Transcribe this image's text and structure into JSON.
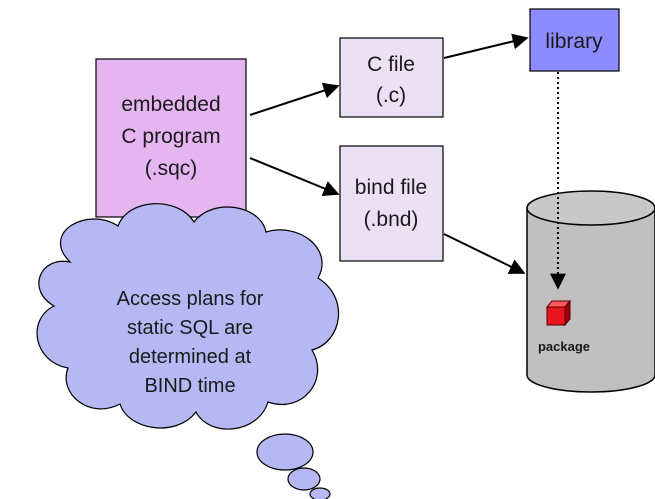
{
  "nodes": {
    "program": {
      "line1": "embedded",
      "line2": "C program",
      "line3": "(.sqc)"
    },
    "c_file": {
      "line1": "C file",
      "line2": "(.c)"
    },
    "bind_file": {
      "line1": "bind file",
      "line2": "(.bnd)"
    },
    "library": {
      "label": "library"
    },
    "package": {
      "label": "package"
    }
  },
  "cloud": {
    "line1": "Access plans for",
    "line2": "static SQL are",
    "line3": "determined at",
    "line4": "BIND time"
  },
  "colors": {
    "program_fill": "#e5b5f2",
    "file_fill": "#ece0f5",
    "library_fill": "#8c8cff",
    "database_fill": "#c0c0c0",
    "cloud_fill": "#b6b8f4",
    "package_fill": "#e8141e"
  }
}
